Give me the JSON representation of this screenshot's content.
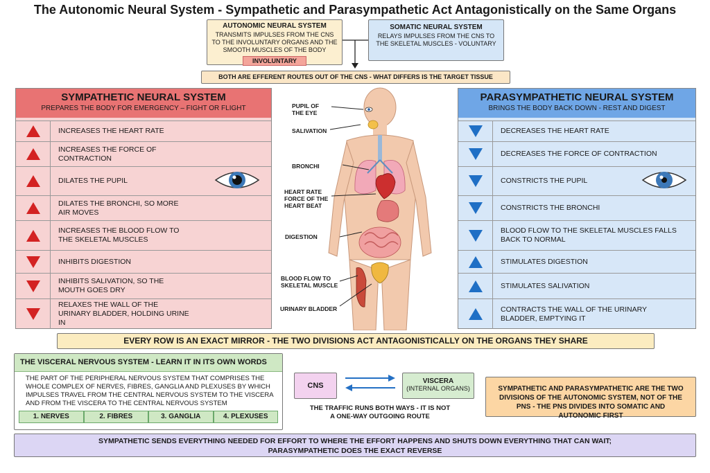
{
  "title": "The Autonomic Neural System - Sympathetic and Parasympathetic Act Antagonistically on the Same Organs",
  "autonomic": {
    "heading": "AUTONOMIC NEURAL SYSTEM",
    "body": "TRANSMITS IMPULSES FROM THE CNS TO THE INVOLUNTARY ORGANS AND THE SMOOTH MUSCLES OF THE BODY",
    "tag": "INVOLUNTARY"
  },
  "somatic": {
    "heading": "SOMATIC NEURAL SYSTEM",
    "body": "RELAYS IMPULSES FROM THE CNS TO THE SKELETAL MUSCLES - VOLUNTARY"
  },
  "efferent_note": "BOTH ARE EFFERENT ROUTES OUT OF THE CNS - WHAT DIFFERS IS THE TARGET TISSUE",
  "sympathetic": {
    "title": "SYMPATHETIC NEURAL SYSTEM",
    "subtitle": "PREPARES THE BODY FOR EMERGENCY – FIGHT OR FLIGHT",
    "color": "#e87373",
    "rows": [
      {
        "dir": "up",
        "text": "INCREASES THE HEART RATE"
      },
      {
        "dir": "up",
        "text": "INCREASES THE FORCE OF CONTRACTION"
      },
      {
        "dir": "up",
        "text": "DILATES THE PUPIL"
      },
      {
        "dir": "up",
        "text": "DILATES THE BRONCHI, SO MORE AIR MOVES"
      },
      {
        "dir": "up",
        "text": "INCREASES THE BLOOD FLOW TO THE SKELETAL MUSCLES"
      },
      {
        "dir": "down",
        "text": "INHIBITS DIGESTION"
      },
      {
        "dir": "down",
        "text": "INHIBITS SALIVATION, SO THE MOUTH GOES DRY"
      },
      {
        "dir": "down",
        "text": "RELAXES THE WALL OF THE URINARY BLADDER, HOLDING URINE IN"
      }
    ]
  },
  "parasympathetic": {
    "title": "PARASYMPATHETIC NEURAL SYSTEM",
    "subtitle": "BRINGS THE BODY BACK DOWN - REST AND DIGEST",
    "color": "#6fa6e6",
    "rows": [
      {
        "dir": "down",
        "text": "DECREASES THE HEART RATE"
      },
      {
        "dir": "down",
        "text": "DECREASES THE FORCE OF CONTRACTION"
      },
      {
        "dir": "down",
        "text": "CONSTRICTS THE PUPIL"
      },
      {
        "dir": "down",
        "text": "CONSTRICTS THE BRONCHI"
      },
      {
        "dir": "down",
        "text": "BLOOD FLOW TO THE SKELETAL MUSCLES FALLS BACK TO NORMAL"
      },
      {
        "dir": "up",
        "text": "STIMULATES DIGESTION"
      },
      {
        "dir": "up",
        "text": "STIMULATES SALIVATION"
      },
      {
        "dir": "up",
        "text": "CONTRACTS THE WALL OF THE URINARY BLADDER, EMPTYING IT"
      }
    ]
  },
  "body_labels": {
    "pupil": "PUPIL OF THE EYE",
    "salivation": "SALIVATION",
    "bronchi": "BRONCHI",
    "heart": "HEART RATE FORCE OF THE HEART BEAT",
    "digestion": "DIGESTION",
    "blood_flow": "BLOOD FLOW TO SKELETAL MUSCLE",
    "bladder": "URINARY BLADDER"
  },
  "mirror_note": "EVERY ROW IS AN EXACT MIRROR - THE TWO DIVISIONS ACT ANTAGONISTICALLY ON THE ORGANS THEY SHARE",
  "visceral": {
    "heading": "THE VISCERAL NERVOUS SYSTEM - LEARN IT IN ITS OWN WORDS",
    "body": "THE PART OF THE PERIPHERAL NERVOUS SYSTEM THAT COMPRISES THE WHOLE COMPLEX OF NERVES, FIBRES, GANGLIA AND PLEXUSES BY WHICH IMPULSES TRAVEL FROM THE CENTRAL NERVOUS SYSTEM TO THE VISCERA AND FROM THE VISCERA TO THE CENTRAL NERVOUS SYSTEM",
    "items": [
      "1.  NERVES",
      "2.  FIBRES",
      "3.  GANGLIA",
      "4.  PLEXUSES"
    ]
  },
  "cns": {
    "label": "CNS"
  },
  "viscera": {
    "label": "VISCERA",
    "sub": "(INTERNAL ORGANS)"
  },
  "traffic_note": "THE TRAFFIC RUNS BOTH WAYS - IT IS NOT A ONE-WAY OUTGOING ROUTE",
  "divisions_note": "SYMPATHETIC AND PARASYMPATHETIC ARE THE TWO DIVISIONS OF THE AUTONOMIC SYSTEM, NOT OF THE PNS - THE PNS DIVIDES INTO SOMATIC AND AUTONOMIC FIRST",
  "bottom_note": {
    "line1": "SYMPATHETIC SENDS EVERYTHING NEEDED FOR EFFORT TO WHERE THE EFFORT HAPPENS AND SHUTS DOWN EVERYTHING THAT CAN WAIT;",
    "line2": "PARASYMPATHETIC DOES THE EXACT REVERSE"
  }
}
